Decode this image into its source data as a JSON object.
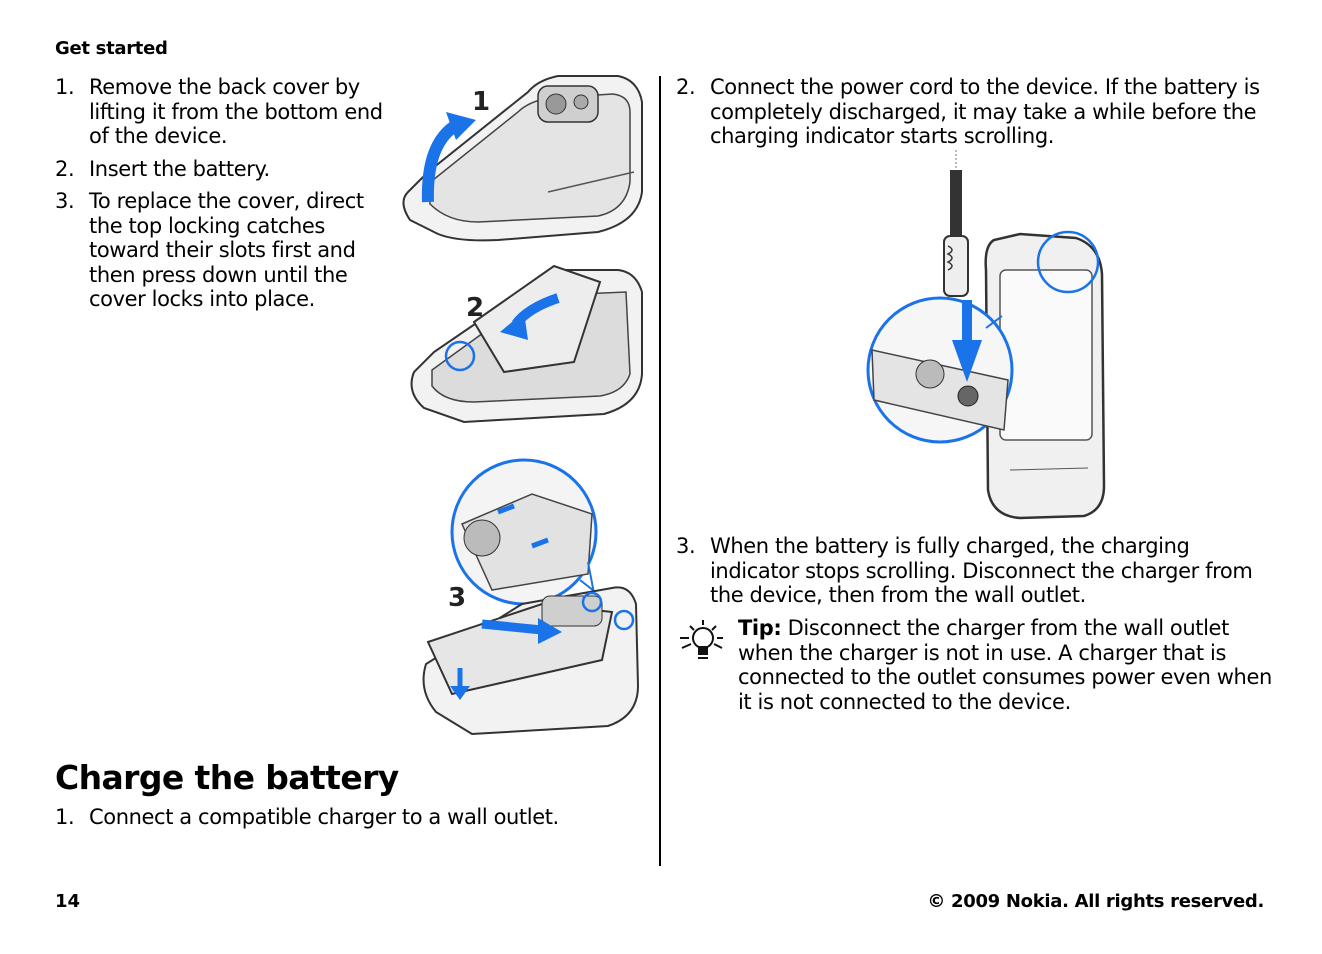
{
  "header": {
    "section": "Get started"
  },
  "remove_steps": [
    {
      "num": "1.",
      "text": "Remove the back cover by lifting it from the bottom end of the device."
    },
    {
      "num": "2.",
      "text": "Insert the battery."
    },
    {
      "num": "3.",
      "text": "To replace the cover, direct the top locking catches toward their slots first and then press down until the cover locks into place."
    }
  ],
  "figure_labels": {
    "fig1": "1",
    "fig2": "2",
    "fig3": "3"
  },
  "charge": {
    "heading": "Charge the battery",
    "steps_left": [
      {
        "num": "1.",
        "text": "Connect a compatible charger to a wall outlet."
      }
    ],
    "steps_right_top": [
      {
        "num": "2.",
        "text": "Connect the power cord to the device. If the battery is completely discharged, it may take a while before the charging indicator starts scrolling."
      }
    ],
    "steps_right_bottom": [
      {
        "num": "3.",
        "text": "When the battery is fully charged, the charging indicator stops scrolling. Disconnect the charger from the device, then from the wall outlet."
      }
    ]
  },
  "tip": {
    "label": "Tip:",
    "text": " Disconnect the charger from the wall outlet when the charger is not in use. A charger that is connected to the outlet consumes power even when it is not connected to the device.",
    "icon": "lightbulb-icon"
  },
  "footer": {
    "page_number": "14",
    "copyright": "© 2009 Nokia. All rights reserved."
  },
  "colors": {
    "accent_blue": "#1a73e8",
    "line_gray": "#555555"
  }
}
